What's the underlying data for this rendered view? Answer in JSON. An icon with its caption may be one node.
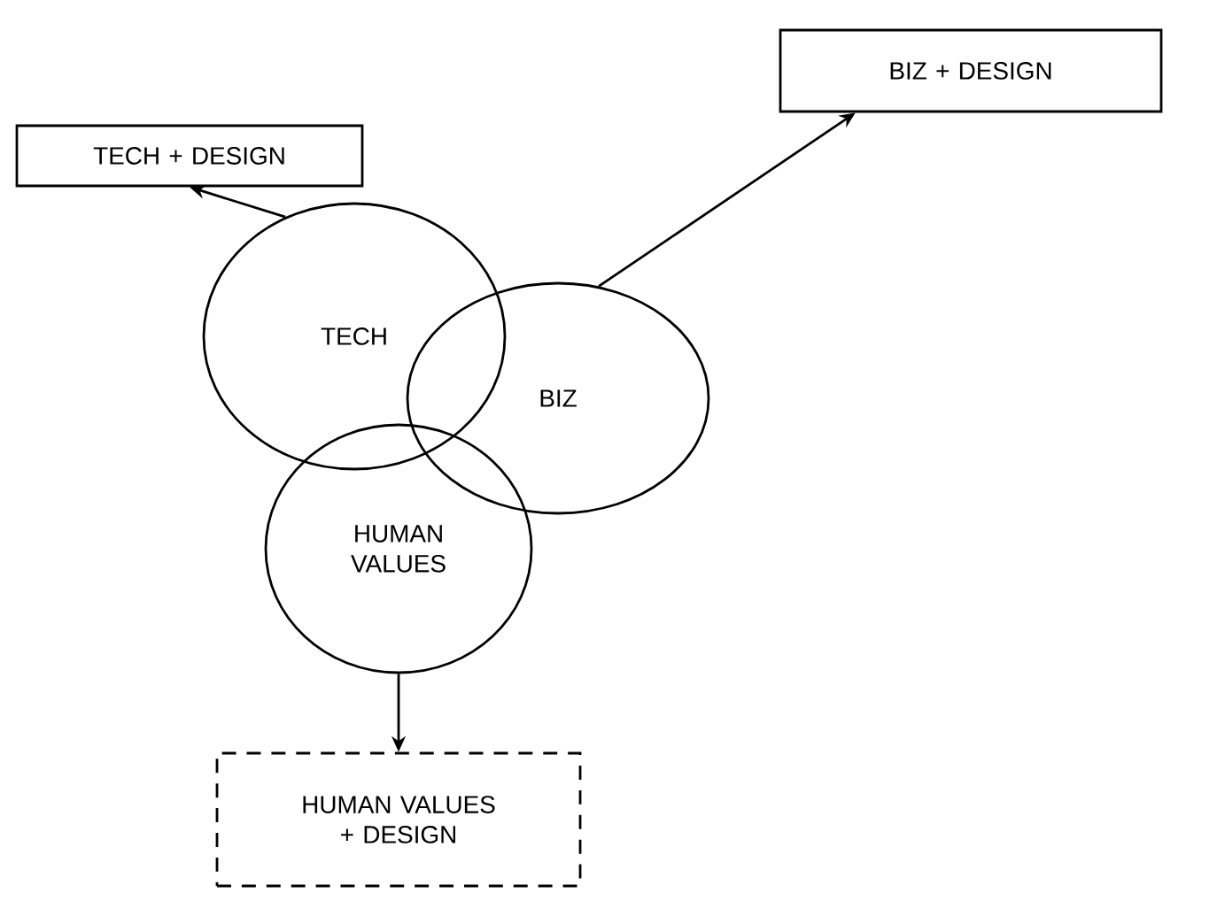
{
  "diagram": {
    "nodes": [
      {
        "text": [
          "TECH + DESIGN"
        ]
      },
      {
        "text": [
          "BIZ + DESIGN"
        ]
      },
      {
        "text": [
          "TECH"
        ]
      },
      {
        "text": [
          "BIZ"
        ]
      },
      {
        "text": [
          "HUMAN VALUES"
        ]
      },
      {
        "text": [
          "HUMAN VALUES + DESIGN"
        ]
      }
    ],
    "edges": [
      {
        "from": 2,
        "to": 0,
        "arrow": "to"
      },
      {
        "from": 3,
        "to": 1,
        "arrow": "to"
      },
      {
        "from": 4,
        "to": 5,
        "arrow": "to"
      }
    ]
  }
}
